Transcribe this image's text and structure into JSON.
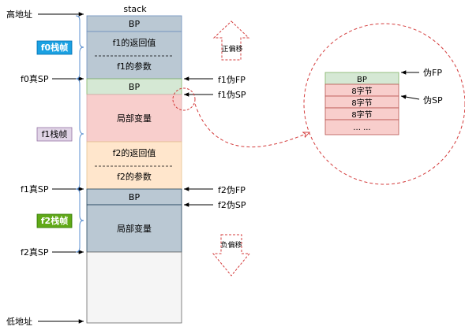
{
  "stack": {
    "title": "stack",
    "high_address": "高地址",
    "low_address": "低地址",
    "blocks": {
      "bp_top": "BP",
      "f1_return": "f1的返回值",
      "f1_params": "f1的参数",
      "bp_f1": "BP",
      "local_f1": "局部变量",
      "f2_return": "f2的返回值",
      "f2_params": "f2的参数",
      "bp_f2": "BP",
      "local_f2": "局部变量"
    },
    "colors": {
      "gray_blue": "#bac8d3",
      "green": "#d5e8d4",
      "red": "#f8cecc",
      "orange": "#ffe6cc",
      "empty": "#f5f5f5"
    }
  },
  "frames": {
    "f0": {
      "label": "f0栈帧",
      "color": "#1ba1e2"
    },
    "f1": {
      "label": "f1栈帧",
      "color": "#e1d5e7"
    },
    "f2": {
      "label": "f2栈帧",
      "color": "#60a917"
    }
  },
  "left_labels": {
    "f0_sp": "f0真SP",
    "f1_sp": "f1真SP",
    "f2_sp": "f2真SP"
  },
  "right_labels": {
    "f1_fp": "f1伪FP",
    "f1_sp": "f1伪SP",
    "f2_fp": "f2伪FP",
    "f2_sp": "f2伪SP"
  },
  "offsets": {
    "positive": "正偏移",
    "negative": "负偏移"
  },
  "zoom": {
    "cells": [
      "BP",
      "8字节",
      "8字节",
      "8字节",
      "... ..."
    ],
    "fp_label": "伪FP",
    "sp_label": "伪SP"
  }
}
